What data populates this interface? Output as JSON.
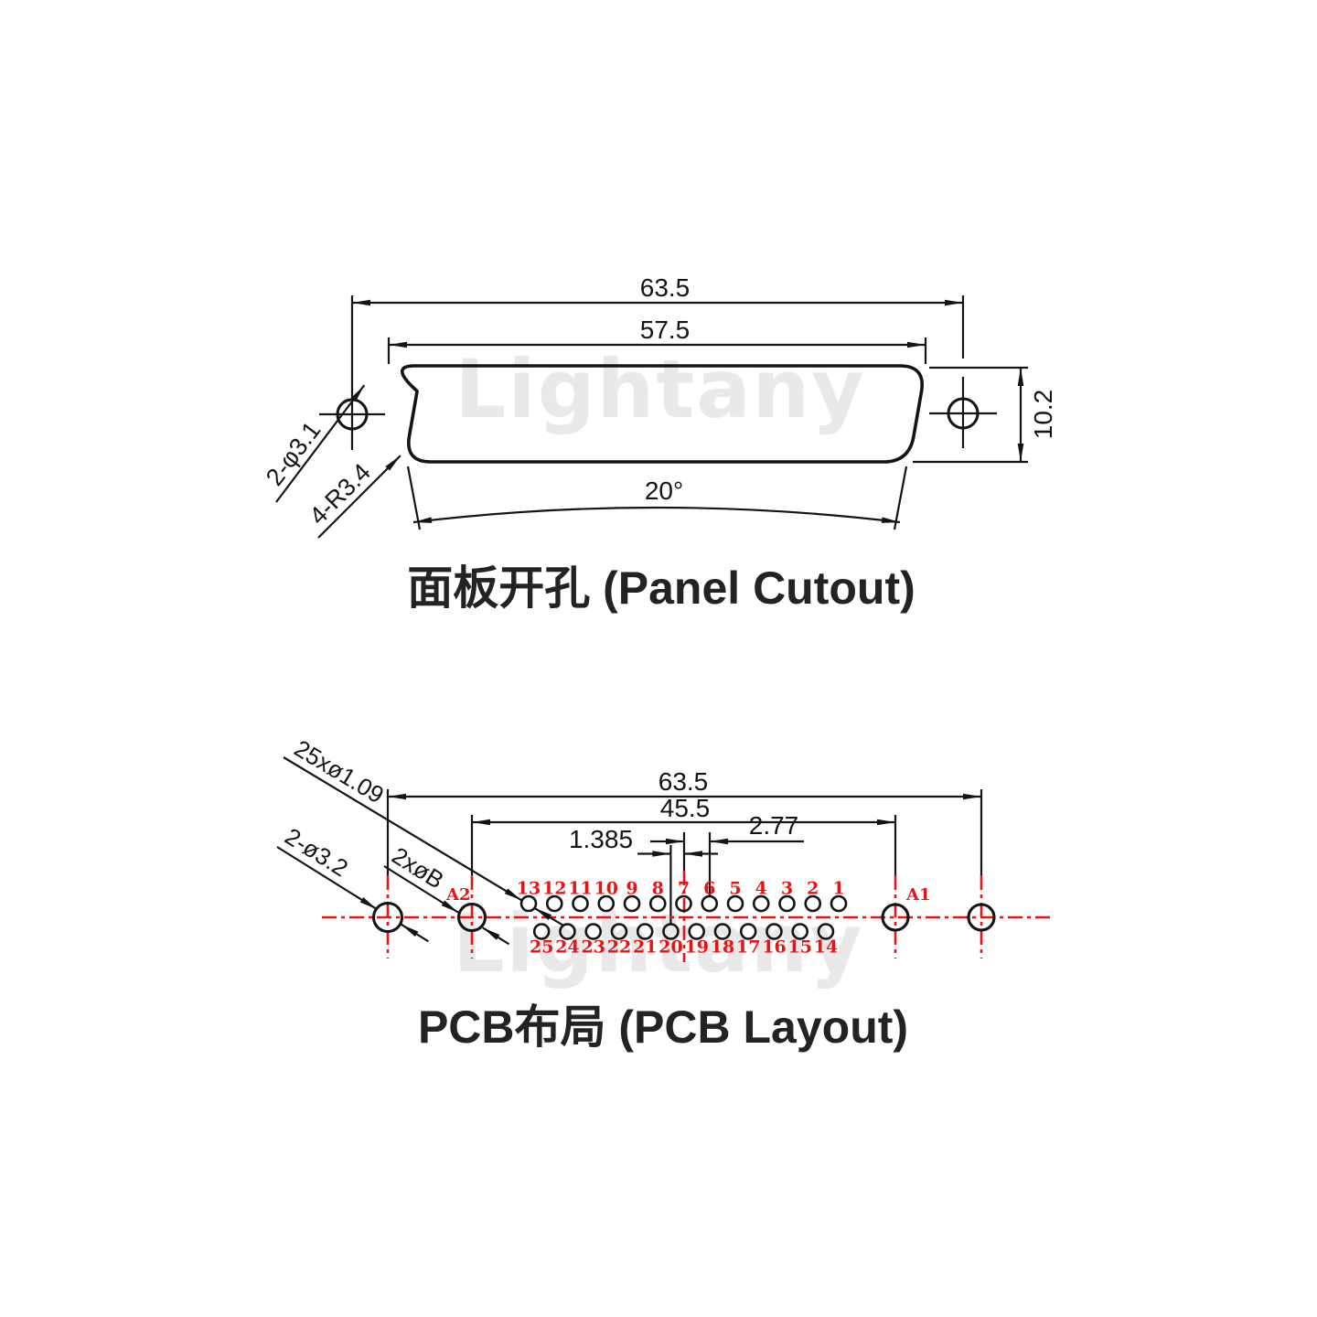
{
  "watermark": {
    "text": "Lightany",
    "color": "#e9e9e9"
  },
  "colors": {
    "line": "#141414",
    "accent_red": "#e81313"
  },
  "panel_cutout": {
    "title": "面板开孔 (Panel Cutout)",
    "dim_outer_width": "63.5",
    "dim_inner_width": "57.5",
    "dim_height": "10.2",
    "dim_angle": "20°",
    "label_mount_holes": "2-φ3.1",
    "label_corner_radius": "4-R3.4"
  },
  "pcb_layout": {
    "title": "PCB布局 (PCB Layout)",
    "dim_outer_width": "63.5",
    "dim_inner_width": "45.5",
    "dim_pitch": "2.77",
    "dim_half_pitch": "1.385",
    "label_pin_holes": "25xø1.09",
    "label_mount_holes": "2-ø3.2",
    "label_shell_holes": "2xøB",
    "pins": {
      "a1": "A1",
      "a2": "A2",
      "top_row": [
        "13",
        "12",
        "11",
        "10",
        "9",
        "8",
        "7",
        "6",
        "5",
        "4",
        "3",
        "2",
        "1"
      ],
      "bottom_row": [
        "25",
        "24",
        "23",
        "22",
        "21",
        "20",
        "19",
        "18",
        "17",
        "16",
        "15",
        "14"
      ]
    }
  }
}
